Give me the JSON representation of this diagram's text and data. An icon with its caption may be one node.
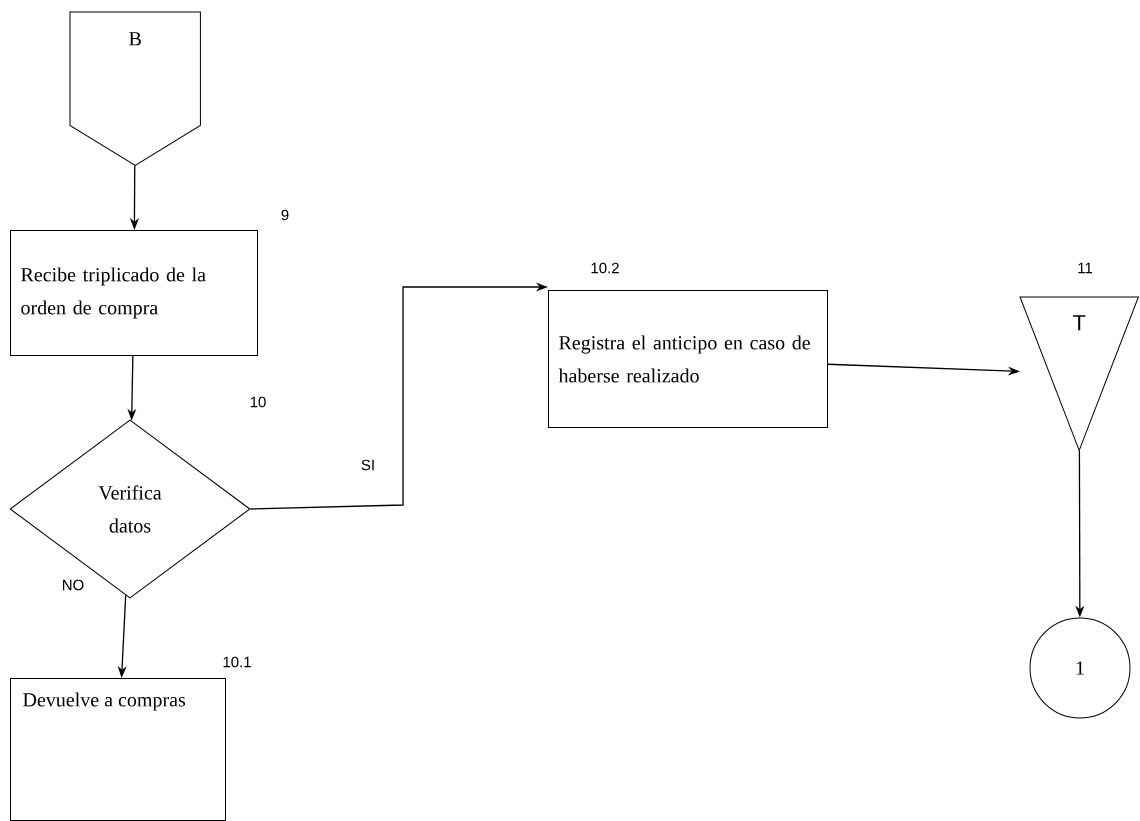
{
  "diagram": {
    "nodes": [
      {
        "text": [
          "B"
        ]
      },
      {
        "text": [
          "Recibe triplicado de la orden de compra"
        ],
        "beside": [
          "9"
        ]
      },
      {
        "text": [
          "Verifica datos"
        ],
        "beside": [
          "10"
        ]
      },
      {
        "text": [
          "Devuelve a compras"
        ],
        "beside": [
          "10.1"
        ]
      },
      {
        "text": [
          "Registra el anticipo en caso de haberse realizado"
        ],
        "beside": [
          "10.2"
        ]
      },
      {
        "text": [
          "T"
        ],
        "beside": [
          "11"
        ]
      },
      {
        "text": [
          "1"
        ]
      }
    ],
    "edges": [
      {
        "from": 0,
        "to": 1,
        "arrow": "to"
      },
      {
        "from": 1,
        "to": 2,
        "arrow": "to"
      },
      {
        "from": 2,
        "to": 3,
        "arrow": "to",
        "label": "NO"
      },
      {
        "from": 2,
        "to": 4,
        "arrow": "to",
        "label": "SI"
      },
      {
        "from": 4,
        "to": 5,
        "arrow": "to"
      },
      {
        "from": 5,
        "to": 6,
        "arrow": "to"
      }
    ]
  }
}
